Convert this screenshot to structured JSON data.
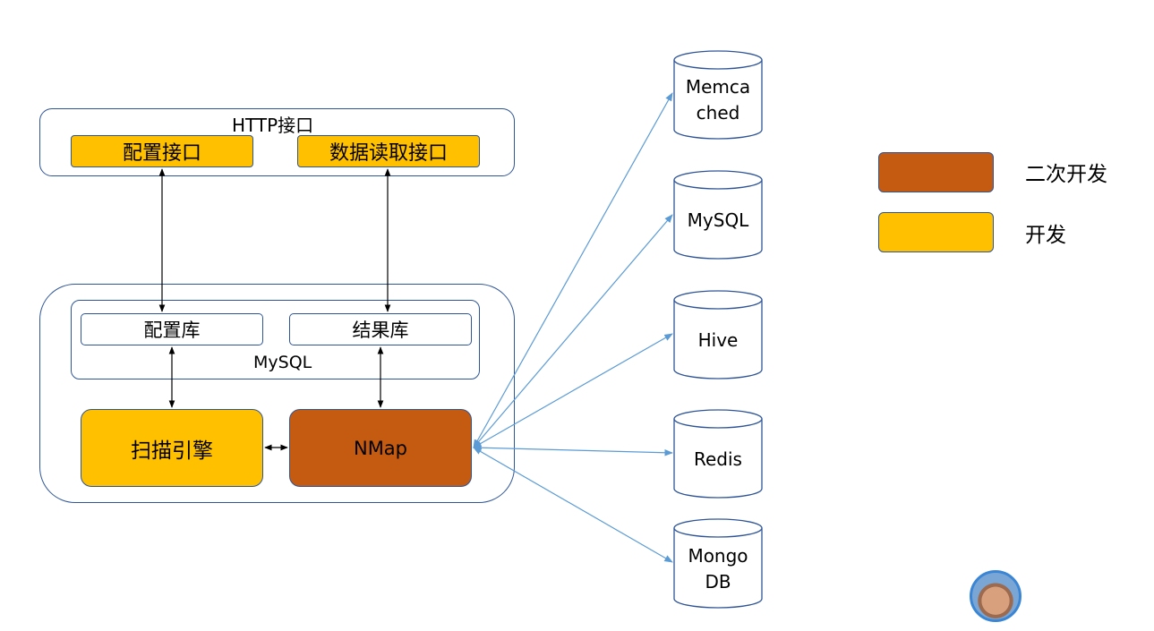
{
  "http": {
    "title": "HTTP接口",
    "config_api": "配置接口",
    "data_api": "数据读取接口"
  },
  "mysql_group": {
    "label": "MySQL",
    "config_db": "配置库",
    "result_db": "结果库"
  },
  "engine": {
    "scan": "扫描引擎",
    "nmap": "NMap"
  },
  "datastores": [
    {
      "line1": "Memca",
      "line2": "ched"
    },
    {
      "line1": "MySQL",
      "line2": ""
    },
    {
      "line1": "Hive",
      "line2": ""
    },
    {
      "line1": "Redis",
      "line2": ""
    },
    {
      "line1": "Mongo",
      "line2": "DB"
    }
  ],
  "legend": [
    {
      "label": "二次开发",
      "color": "#c55a11"
    },
    {
      "label": "开发",
      "color": "#ffc000"
    }
  ],
  "colors": {
    "border": "#2f5597",
    "arrow_blue": "#5b9bd5",
    "yellow": "#ffc000",
    "orange": "#c55a11"
  }
}
